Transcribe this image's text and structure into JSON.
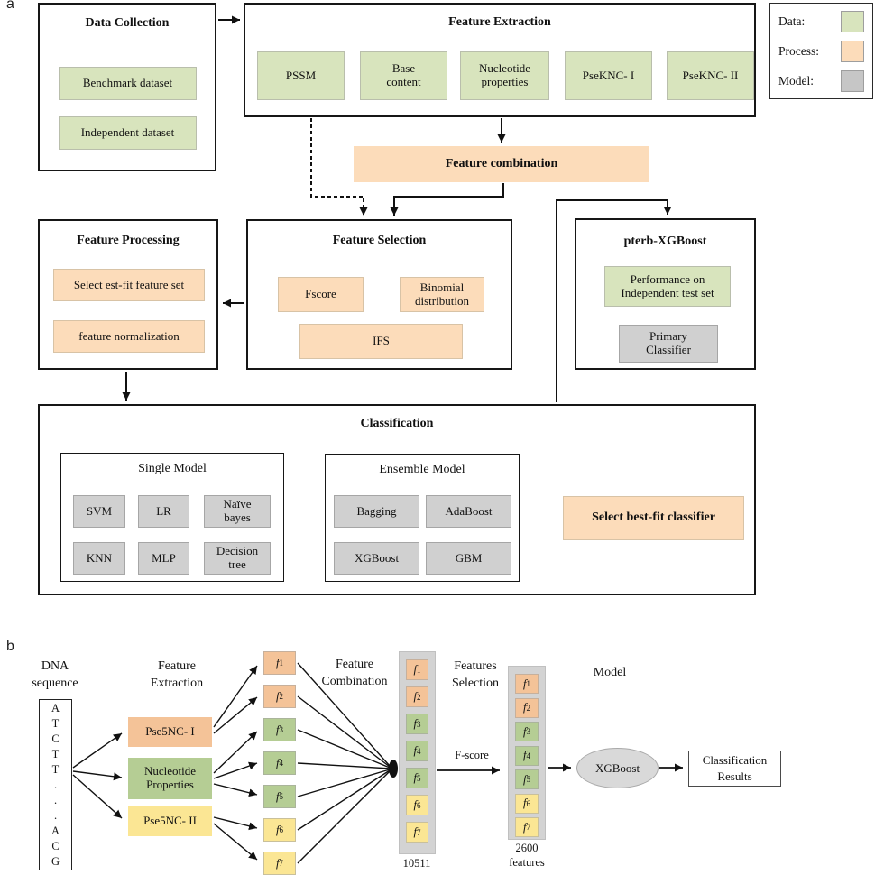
{
  "colors": {
    "data_green": "#d8e4bd",
    "process_orange": "#fcdcba",
    "model_gray": "#c6c6c6",
    "b_orange": "#f4c398",
    "b_green": "#b5cd94",
    "b_yellow": "#fbe694"
  },
  "panel_a": {
    "label": "a",
    "data_collection": {
      "title": "Data Collection",
      "items": [
        "Benchmark dataset",
        "Independent dataset"
      ]
    },
    "feature_extraction": {
      "title": "Feature Extraction",
      "items": [
        "PSSM",
        "Base\ncontent",
        "Nucleotide\nproperties",
        "PseKNC- I",
        "PseKNC- II"
      ]
    },
    "legend": {
      "rows": [
        {
          "label": "Data:",
          "color": "#d8e4bd"
        },
        {
          "label": "Process:",
          "color": "#fcdcba"
        },
        {
          "label": "Model:",
          "color": "#c6c6c6"
        }
      ]
    },
    "feature_combination": {
      "label": "Feature combination"
    },
    "feature_processing": {
      "title": "Feature Processing",
      "items": [
        "Select est-fit feature set",
        "feature normalization"
      ]
    },
    "feature_selection": {
      "title": "Feature Selection",
      "fscore": "Fscore",
      "binomial": "Binomial\ndistribution",
      "ifs": "IFS"
    },
    "pterb_xgboost": {
      "title": "pterb-XGBoost",
      "performance": "Performance on\nIndependent test set",
      "primary": "Primary\nClassifier"
    },
    "classification": {
      "title": "Classification",
      "single_model": {
        "title": "Single Model",
        "items": [
          "SVM",
          "LR",
          "Naïve\nbayes",
          "KNN",
          "MLP",
          "Decision\ntree"
        ]
      },
      "ensemble_model": {
        "title": "Ensemble Model",
        "items": [
          "Bagging",
          "AdaBoost",
          "XGBoost",
          "GBM"
        ]
      },
      "select_best": "Select best-fit classifier"
    }
  },
  "panel_b": {
    "label": "b",
    "dna_heading": "DNA\nsequence",
    "dna_letters": [
      "A",
      "T",
      "C",
      "T",
      "T",
      ".",
      ".",
      ".",
      "A",
      "C",
      "G"
    ],
    "headings": {
      "feature_extraction": "Feature\nExtraction",
      "feature_combination": "Feature\nCombination",
      "features_selection": "Features\nSelection",
      "model": "Model"
    },
    "extractors": [
      {
        "label": "Pse5NC- I"
      },
      {
        "label": "Nucleotide\nProperties"
      },
      {
        "label": "Pse5NC- II"
      }
    ],
    "feature_symbol_base": "f",
    "feature_subs": [
      "1",
      "2",
      "3",
      "4",
      "5",
      "6",
      "7"
    ],
    "feature_color_keys": [
      "o",
      "o",
      "g",
      "g",
      "g",
      "y",
      "y"
    ],
    "color_map": {
      "o": "#f4c398",
      "g": "#b5cd94",
      "y": "#fbe694"
    },
    "fscore_label": "F-score",
    "count_10511": "10511",
    "count_2600": "2600\nfeatures",
    "xgboost": "XGBoost",
    "classification_results": "Classification\nResults"
  }
}
